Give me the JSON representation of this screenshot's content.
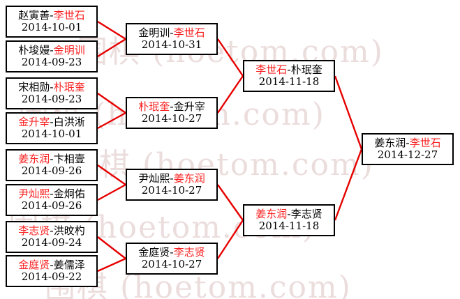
{
  "meta": {
    "colors": {
      "winner": "#fa2020",
      "loser": "#000000",
      "connector": "#e60000",
      "box_border": "#000000",
      "background": "#ffffff",
      "watermark": "#e9d8d8"
    }
  },
  "watermark": {
    "lines": [
      "围棋 (hoetom.com)",
      "围棋 (hoetom.com)",
      "围棋 (hoetom.com)",
      "围棋 (hoetom.com)",
      "围棋 (hoetom.com)"
    ]
  },
  "bracket": {
    "round1": [
      {
        "left": "赵寅善",
        "right": "李世石",
        "winner": "right",
        "date": "2014-10-01"
      },
      {
        "left": "朴埈嫚",
        "right": "金明训",
        "winner": "right",
        "date": "2014-09-23"
      },
      {
        "left": "宋相勋",
        "right": "朴珉奎",
        "winner": "right",
        "date": "2014-09-23"
      },
      {
        "left": "金升宰",
        "right": "白洪淅",
        "winner": "left",
        "date": "2014-10-01"
      },
      {
        "left": "姜东润",
        "right": "卞相壹",
        "winner": "left",
        "date": "2014-09-26"
      },
      {
        "left": "尹灿熙",
        "right": "金炯佑",
        "winner": "left",
        "date": "2014-09-26"
      },
      {
        "left": "李志贤",
        "right": "洪旼杓",
        "winner": "left",
        "date": "2014-09-24"
      },
      {
        "left": "金庭贤",
        "right": "姜儒泽",
        "winner": "left",
        "date": "2014-09-22"
      }
    ],
    "round2": [
      {
        "left": "金明训",
        "right": "李世石",
        "winner": "right",
        "date": "2014-10-31"
      },
      {
        "left": "朴珉奎",
        "right": "金升宰",
        "winner": "left",
        "date": "2014-10-27"
      },
      {
        "left": "尹灿熙",
        "right": "姜东润",
        "winner": "right",
        "date": "2014-10-27"
      },
      {
        "left": "金庭贤",
        "right": "李志贤",
        "winner": "right",
        "date": "2014-10-27"
      }
    ],
    "round3": [
      {
        "left": "李世石",
        "right": "朴珉奎",
        "winner": "left",
        "date": "2014-11-18"
      },
      {
        "left": "姜东润",
        "right": "李志贤",
        "winner": "left",
        "date": "2014-11-18"
      }
    ],
    "final": [
      {
        "left": "姜东润",
        "right": "李世石",
        "winner": "right",
        "date": "2014-12-27"
      }
    ]
  }
}
